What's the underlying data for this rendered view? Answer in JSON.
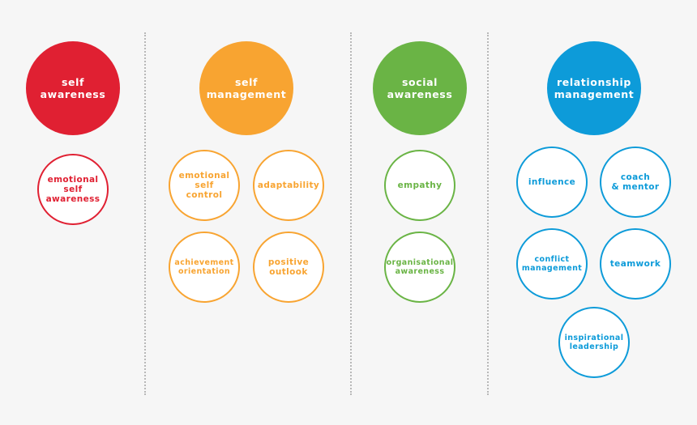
{
  "columns": [
    {
      "heading": "self\nawareness",
      "competencies": [
        "emotional\nself\nawareness"
      ]
    },
    {
      "heading": "self\nmanagement",
      "competencies": [
        "emotional\nself\ncontrol",
        "adaptability",
        "achievement\norientation",
        "positive\noutlook"
      ]
    },
    {
      "heading": "social\nawareness",
      "competencies": [
        "empathy",
        "organisational\nawareness"
      ]
    },
    {
      "heading": "relationship\nmanagement",
      "competencies": [
        "influence",
        "coach\n& mentor",
        "conflict\nmanagement",
        "teamwork",
        "inspirational\nleadership"
      ]
    }
  ],
  "colors": {
    "self_awareness": "#e02032",
    "self_management": "#f8a431",
    "social_awareness": "#6ab445",
    "relationship_management": "#0d9bd9",
    "divider": "#b8b8b8",
    "background": "#f6f6f6"
  }
}
